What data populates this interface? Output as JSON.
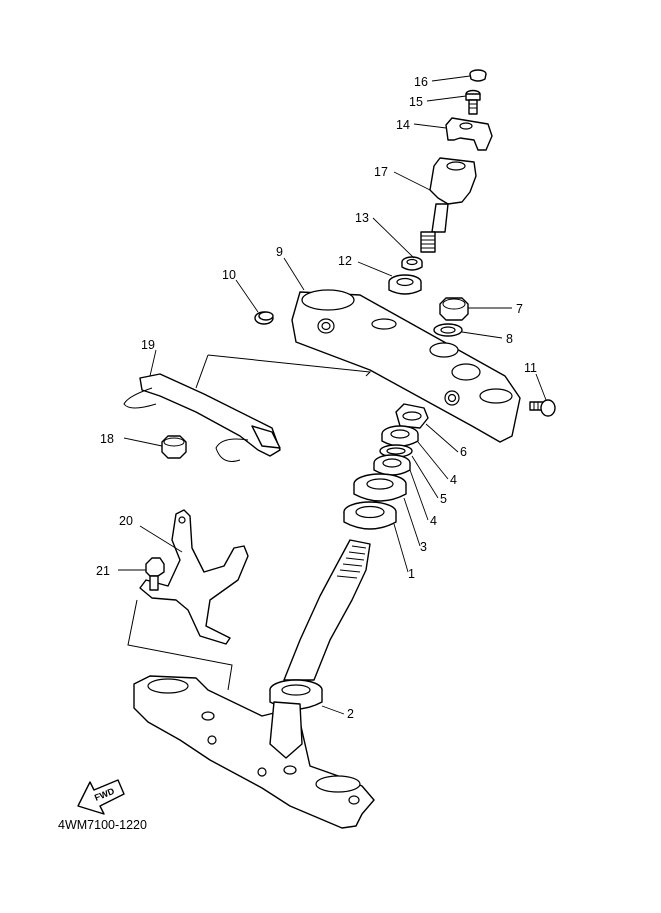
{
  "diagram": {
    "code": "4WM7100-1220",
    "fwd_label": "FWD",
    "callouts": [
      "1",
      "2",
      "3",
      "4",
      "4",
      "5",
      "6",
      "7",
      "8",
      "9",
      "10",
      "11",
      "12",
      "13",
      "14",
      "15",
      "16",
      "17",
      "18",
      "19",
      "20",
      "21"
    ]
  }
}
